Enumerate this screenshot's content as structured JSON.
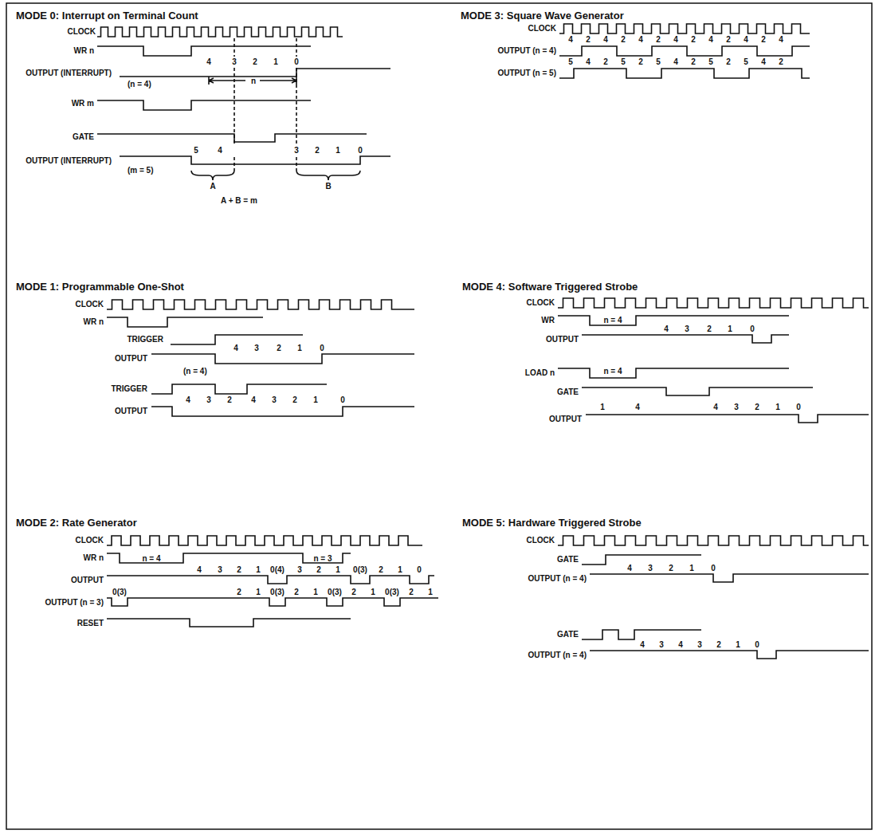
{
  "diagram": {
    "labels": [
      "MODE 0: Interrupt on Terminal Count",
      "CLOCK",
      "WR n",
      "4",
      "3",
      "2",
      "1",
      "0",
      "OUTPUT (INTERRUPT)",
      "(n = 4)",
      "n",
      "WR m",
      "GATE",
      "5",
      "4",
      "3",
      "2",
      "1",
      "0",
      "OUTPUT (INTERRUPT)",
      "(m = 5)",
      "A",
      "B",
      "A + B = m",
      "MODE 3: Square Wave Generator",
      "CLOCK",
      "4",
      "2",
      "4",
      "2",
      "4",
      "2",
      "4",
      "2",
      "4",
      "2",
      "4",
      "2",
      "4",
      "OUTPUT (n = 4)",
      "5",
      "4",
      "2",
      "5",
      "2",
      "5",
      "4",
      "2",
      "5",
      "2",
      "5",
      "4",
      "2",
      "OUTPUT (n = 5)",
      "MODE 1: Programmable One-Shot",
      "CLOCK",
      "WR n",
      "TRIGGER",
      "4",
      "3",
      "2",
      "1",
      "0",
      "OUTPUT",
      "(n = 4)",
      "TRIGGER",
      "4",
      "3",
      "2",
      "4",
      "3",
      "2",
      "1",
      "0",
      "OUTPUT",
      "MODE 4: Software Triggered Strobe",
      "CLOCK",
      "WR",
      "n = 4",
      "OUTPUT",
      "4",
      "3",
      "2",
      "1",
      "0",
      "LOAD n",
      "n = 4",
      "GATE",
      "1",
      "4",
      "4",
      "3",
      "2",
      "1",
      "0",
      "OUTPUT",
      "MODE 2: Rate Generator",
      "CLOCK",
      "WR n",
      "n = 4",
      "n = 3",
      "OUTPUT",
      "4",
      "3",
      "2",
      "1",
      "0(4)",
      "3",
      "2",
      "1",
      "0(3)",
      "2",
      "1",
      "0",
      "OUTPUT (n = 3)",
      "0(3)",
      "2",
      "1",
      "0(3)",
      "2",
      "1",
      "0(3)",
      "2",
      "1",
      "0(3)",
      "2",
      "1",
      "RESET",
      "MODE 5: Hardware Triggered Strobe",
      "CLOCK",
      "GATE",
      "OUTPUT (n = 4)",
      "4",
      "3",
      "2",
      "1",
      "0",
      "GATE",
      "OUTPUT (n = 4)",
      "4",
      "3",
      "4",
      "3",
      "2",
      "1",
      "0"
    ]
  }
}
